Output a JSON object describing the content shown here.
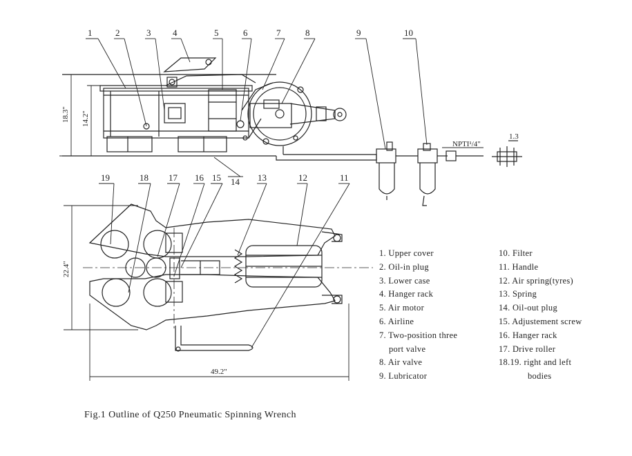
{
  "figure": {
    "caption": "Fig.1   Outline of Q250 Pneumatic Spinning Wrench"
  },
  "dimensions": {
    "overall_height": "18.3\"",
    "case_height": "14.2\"",
    "jaw_height": "22.4\"",
    "overall_length": "49.2\"",
    "thread_spec": "NPTI¹/4\"",
    "small_dim": "1.3"
  },
  "callouts": [
    {
      "n": "1"
    },
    {
      "n": "2"
    },
    {
      "n": "3"
    },
    {
      "n": "4"
    },
    {
      "n": "5"
    },
    {
      "n": "6"
    },
    {
      "n": "7"
    },
    {
      "n": "8"
    },
    {
      "n": "9"
    },
    {
      "n": "10"
    },
    {
      "n": "19"
    },
    {
      "n": "18"
    },
    {
      "n": "17"
    },
    {
      "n": "16"
    },
    {
      "n": "15"
    },
    {
      "n": "14"
    },
    {
      "n": "13"
    },
    {
      "n": "12"
    },
    {
      "n": "11"
    }
  ],
  "legend": {
    "left": [
      "1.  Upper cover",
      "2.  Oil-in plug",
      "3.  Lower case",
      "4.  Hanger rack",
      "5.  Air motor",
      "6.  Airline",
      "7.  Two-position three",
      "port valve",
      "8.  Air valve",
      "9.  Lubricator"
    ],
    "right": [
      "10.  Filter",
      "11.  Handle",
      "12.  Air spring(tyres)",
      "13.  Spring",
      "14.  Oil-out plug",
      "15.  Adjustement screw",
      "16.  Hanger rack",
      "17.  Drive roller",
      "18.19.  right and left",
      "bodies"
    ]
  }
}
